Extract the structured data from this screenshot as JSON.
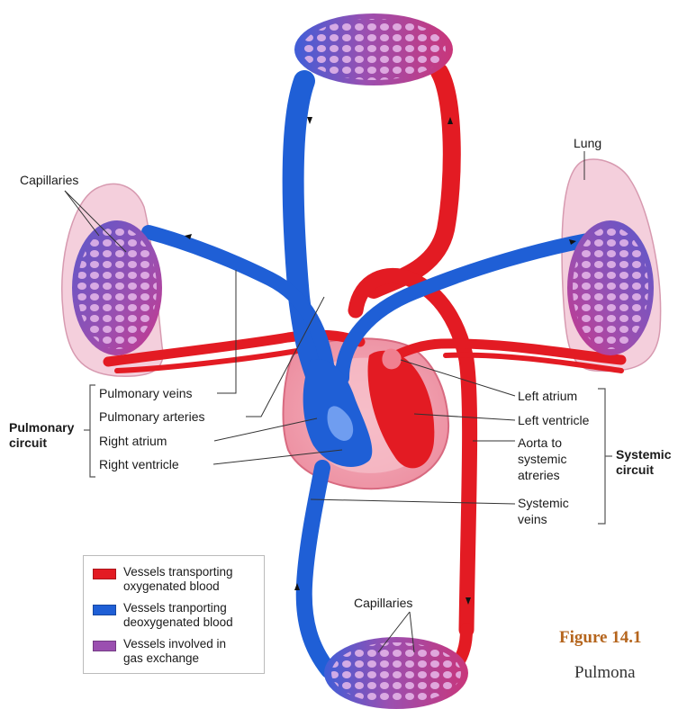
{
  "labels": {
    "capillaries_left": "Capillaries",
    "lung": "Lung",
    "pulmonary_veins": "Pulmonary veins",
    "pulmonary_arteries": "Pulmonary arteries",
    "right_atrium": "Right atrium",
    "right_ventricle": "Right ventricle",
    "pulmonary_circuit_line1": "Pulmonary",
    "pulmonary_circuit_line2": "circuit",
    "left_atrium": "Left atrium",
    "left_ventricle": "Left ventricle",
    "aorta_line1": "Aorta to",
    "aorta_line2": "systemic",
    "aorta_line3": "atreries",
    "systemic_veins_line1": "Systemic",
    "systemic_veins_line2": "veins",
    "systemic_circuit_line1": "Systemic",
    "systemic_circuit_line2": "circuit",
    "capillaries_bottom": "Capillaries"
  },
  "legend": {
    "items": [
      {
        "line1": "Vessels transporting",
        "line2": "oxygenated blood",
        "color": "#e31b23"
      },
      {
        "line1": "Vessels tranporting",
        "line2": "deoxygenated blood",
        "color": "#1f5fd6"
      },
      {
        "line1": "Vessels involved in",
        "line2": "gas exchange",
        "color": "#9b4fb0"
      }
    ]
  },
  "caption": {
    "title": "Figure 14.1",
    "text": "Pulmona"
  },
  "colors": {
    "oxygenated": "#e31b23",
    "deoxygenated": "#1f5fd6",
    "exchange": "#9b4fb0",
    "lung": "#f4cfdc",
    "caption": "#b5651d"
  }
}
